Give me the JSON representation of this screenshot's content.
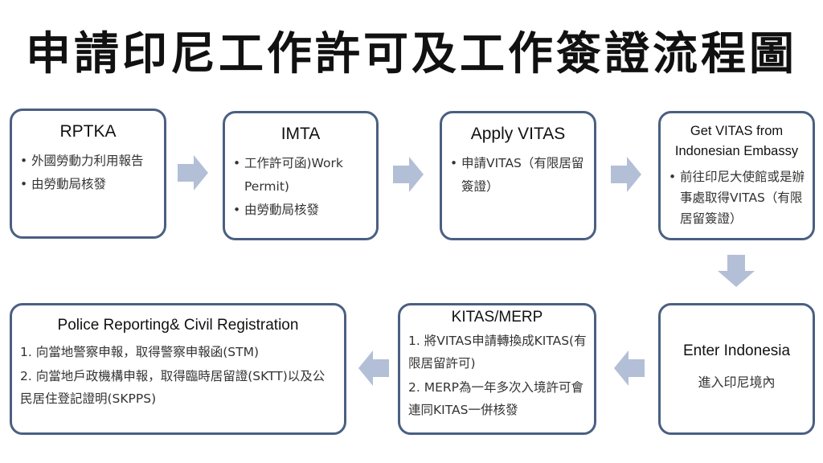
{
  "title": "申請印尼工作許可及工作簽證流程圖",
  "colors": {
    "box_border": "#4a5f82",
    "arrow_fill": "#b3bfd6"
  },
  "steps": [
    {
      "heading": "RPTKA",
      "items": [
        "外國勞動力利用報告",
        "由勞動局核發"
      ]
    },
    {
      "heading": "IMTA",
      "items": [
        "工作許可函)Work Permit)",
        "由勞動局核發"
      ]
    },
    {
      "heading": "Apply VITAS",
      "items": [
        "申請VITAS（有限居留簽證）"
      ]
    },
    {
      "heading_line1": "Get VITAS from",
      "heading_line2": "Indonesian Embassy",
      "items": [
        "前往印尼大使館或是辦事處取得VITAS（有限居留簽證）"
      ]
    },
    {
      "heading": "Enter Indonesia",
      "text": "進入印尼境內"
    },
    {
      "heading": "KITAS/MERP",
      "items": [
        "1. 將VITAS申請轉換成KITAS(有限居留許可)",
        "2. MERP為一年多次入境許可會連同KITAS一併核發"
      ]
    },
    {
      "heading": "Police Reporting& Civil Registration",
      "items": [
        "1. 向當地警察申報，取得警察申報函(STM)",
        "2. 向當地戶政機構申報，取得臨時居留證(SKTT)以及公民居住登記證明(SKPPS)"
      ]
    }
  ],
  "arrows": [
    "right",
    "right",
    "right",
    "down",
    "left",
    "left"
  ]
}
